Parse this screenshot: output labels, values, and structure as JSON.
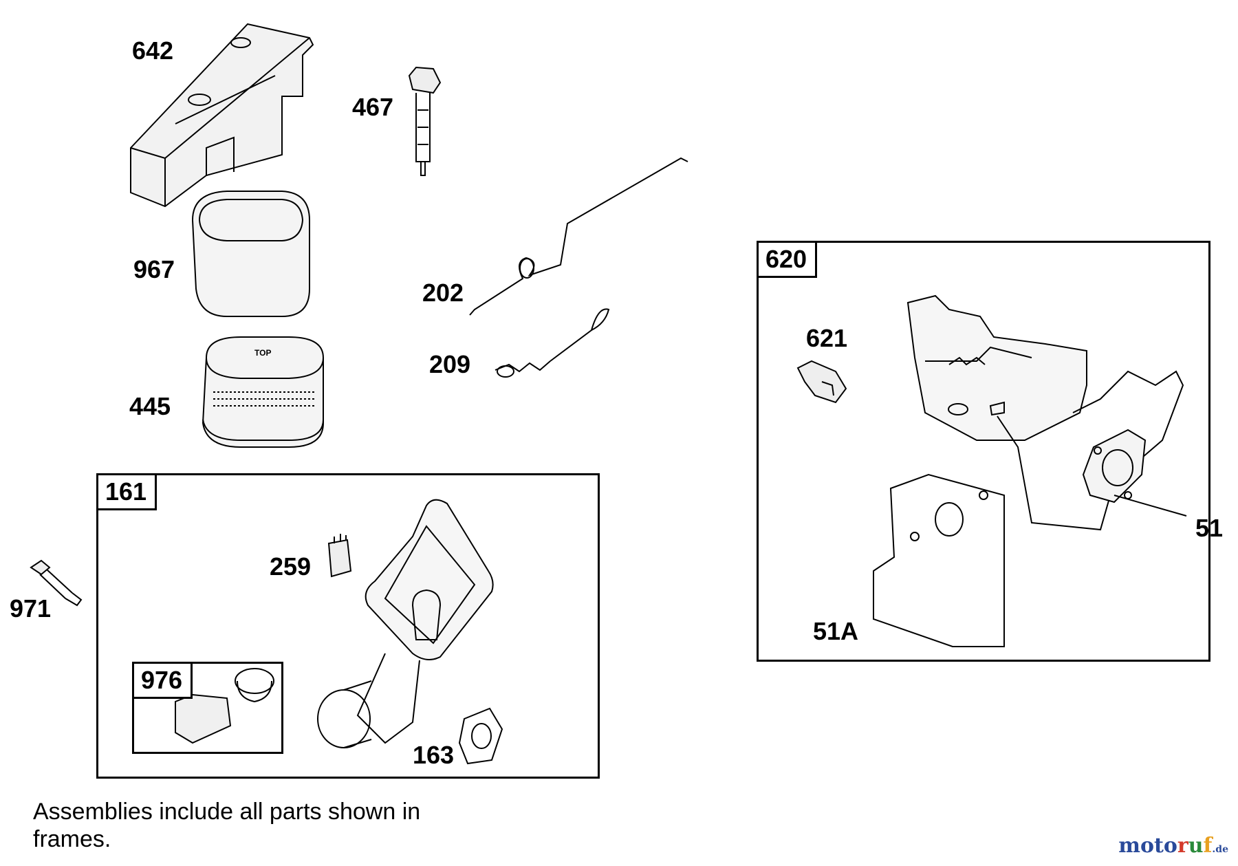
{
  "labels": {
    "p642": "642",
    "p467": "467",
    "p967": "967",
    "p202": "202",
    "p209": "209",
    "p445": "445",
    "p971": "971",
    "p259": "259",
    "p163": "163",
    "p621": "621",
    "p51": "51",
    "p51a": "51A"
  },
  "frames": {
    "f161": "161",
    "f976": "976",
    "f620": "620"
  },
  "note": {
    "line1": "Assemblies include all parts shown in",
    "line2": "frames."
  },
  "part_445_text": "TOP",
  "watermark": {
    "a": "moto",
    "b": "r",
    "c": "u",
    "d": "f",
    "e": ".de"
  }
}
